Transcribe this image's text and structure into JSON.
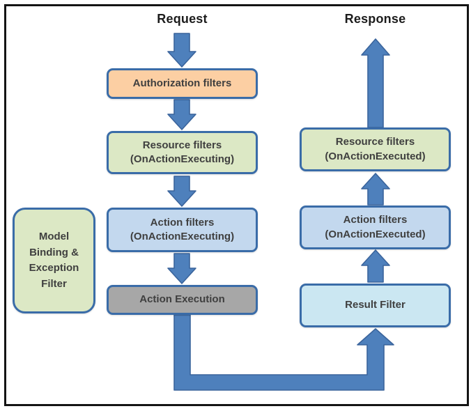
{
  "headings": {
    "request": "Request",
    "response": "Response"
  },
  "boxes": {
    "authorization": {
      "label": "Authorization filters"
    },
    "resource_executing": {
      "label": "Resource filters\n(OnActionExecuting)"
    },
    "action_executing": {
      "label": "Action filters\n(OnActionExecuting)"
    },
    "action_execution": {
      "label": "Action Execution"
    },
    "model_binding": {
      "label": "Model\nBinding &\nException\nFilter"
    },
    "resource_executed": {
      "label": "Resource filters\n(OnActionExecuted)"
    },
    "action_executed": {
      "label": "Action filters\n(OnActionExecuted)"
    },
    "result_filter": {
      "label": "Result Filter"
    }
  },
  "arrows": {
    "request_down": "request flows down into authorization filters",
    "auth_to_resource": "authorization filters to resource filters",
    "resource_to_action": "resource filters to action filters",
    "action_to_execution": "action filters to action execution",
    "execution_to_result_elbow": "action execution down, across bottom, up into result filter",
    "result_to_action": "result filter up to action filters",
    "action_to_resource": "action filters up to resource filters",
    "resource_to_response": "resource filters up to response"
  },
  "colors": {
    "background": "#ffffff",
    "frame-border": "#141414",
    "arrow-fill": "#4e80bc",
    "arrow-stroke": "#3a649c",
    "box-border": "#3a6ca8",
    "authorization-fill": "#fccfa3",
    "resource-fill": "#dce8c5",
    "action-fill": "#c3d8ee",
    "execution-fill": "#a7a7a7",
    "result-fill": "#cbe7f2",
    "model-fill": "#dce8c5",
    "heading-text": "#1c1c1c",
    "box-text": "#3f3f3f"
  }
}
